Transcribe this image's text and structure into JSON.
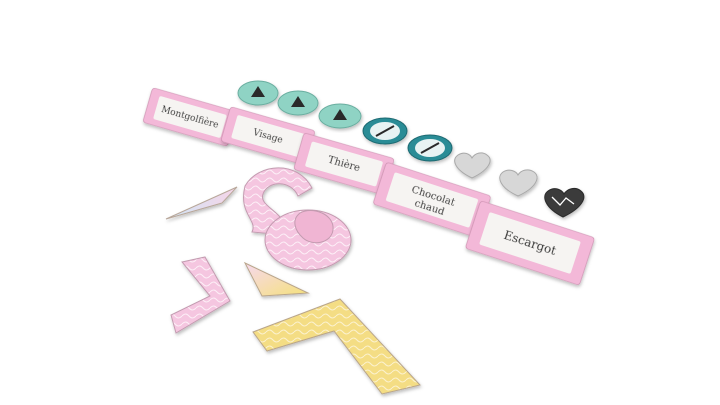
{
  "cards": [
    {
      "label": "Montgolfière"
    },
    {
      "label": "Visage"
    },
    {
      "label": "Thière"
    },
    {
      "label": "Chocolat chaud"
    },
    {
      "label": "Escargot"
    }
  ],
  "tokens": [
    {
      "kind": "circle",
      "color": "#8fd3c4",
      "icon": "bird-triangle-icon"
    },
    {
      "kind": "circle",
      "color": "#8fd3c4",
      "icon": "bird-triangle-icon"
    },
    {
      "kind": "circle",
      "color": "#8fd3c4",
      "icon": "bird-triangle-icon"
    },
    {
      "kind": "circle",
      "color": "#2a8c96",
      "icon": "blocked-bird-icon"
    },
    {
      "kind": "circle",
      "color": "#2a8c96",
      "icon": "blocked-bird-icon"
    },
    {
      "kind": "heart",
      "color": "#cfcfcf",
      "icon": "blank-heart-icon"
    },
    {
      "kind": "heart",
      "color": "#cfcfcf",
      "icon": "blank-heart-icon"
    },
    {
      "kind": "heart",
      "color": "#3a3a3a",
      "icon": "pattern-heart-icon"
    }
  ],
  "colors": {
    "card_border": "#f3b8d8",
    "card_face": "#f6f4f2",
    "piece_pink": "#f5c6e0",
    "piece_yellow": "#f7e27a",
    "piece_blue": "#cfe6f5"
  }
}
